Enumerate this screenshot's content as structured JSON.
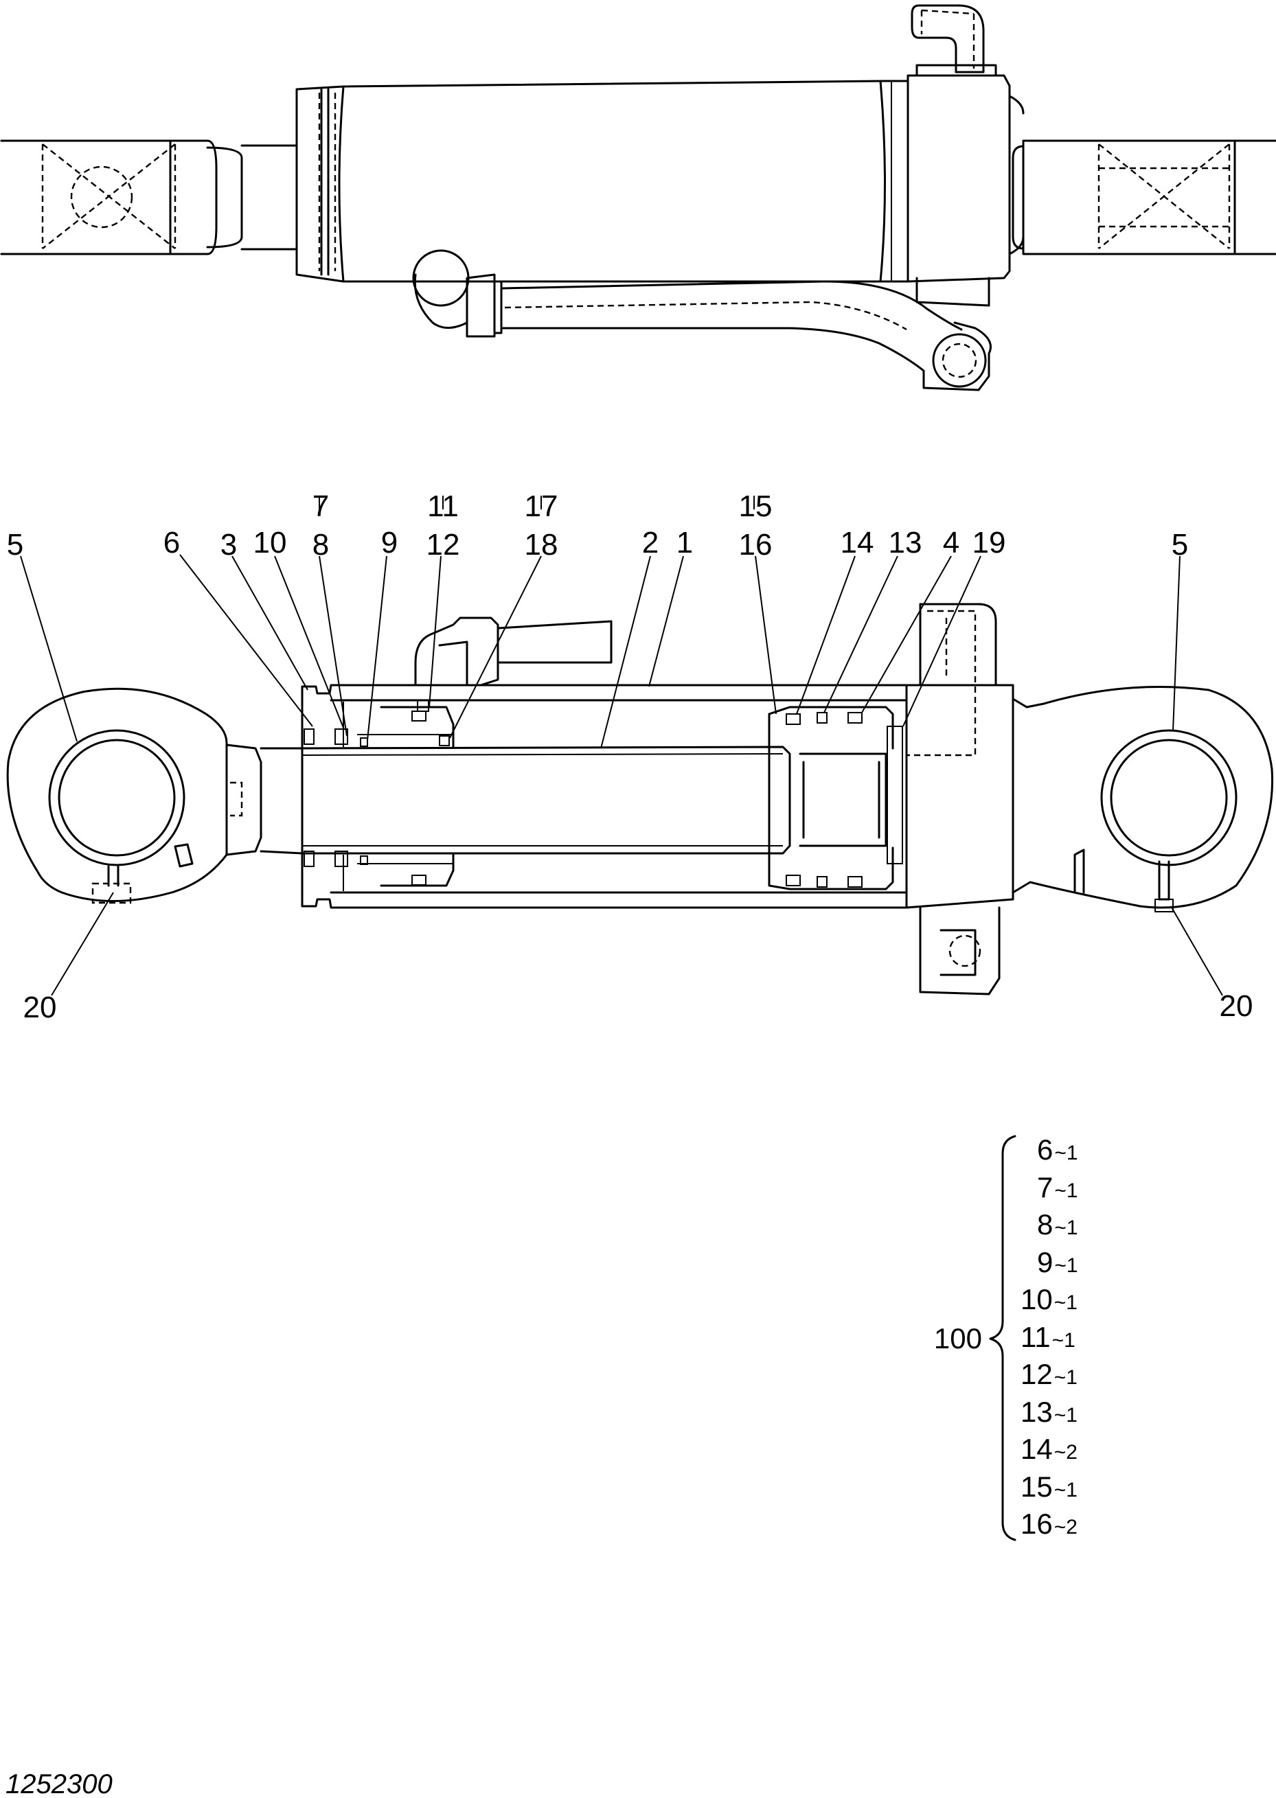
{
  "callouts": {
    "c7": "7",
    "c8": "8",
    "c11": "11",
    "c12": "12",
    "c17": "17",
    "c18": "18",
    "c15": "15",
    "c16": "16",
    "c5a": "5",
    "c6": "6",
    "c3": "3",
    "c10": "10",
    "c9": "9",
    "c2": "2",
    "c1": "1",
    "c14": "14",
    "c13": "13",
    "c4": "4",
    "c19": "19",
    "c5b": "5",
    "c20a": "20",
    "c20b": "20"
  },
  "kit": {
    "number": "100",
    "items": [
      {
        "part": "6",
        "qty": "~1"
      },
      {
        "part": "7",
        "qty": "~1"
      },
      {
        "part": "8",
        "qty": "~1"
      },
      {
        "part": "9",
        "qty": "~1"
      },
      {
        "part": "10",
        "qty": "~1"
      },
      {
        "part": "11",
        "qty": "~1"
      },
      {
        "part": "12",
        "qty": "~1"
      },
      {
        "part": "13",
        "qty": "~1"
      },
      {
        "part": "14",
        "qty": "~2"
      },
      {
        "part": "15",
        "qty": "~1"
      },
      {
        "part": "16",
        "qty": "~2"
      }
    ]
  },
  "drawing_number": "1252300"
}
